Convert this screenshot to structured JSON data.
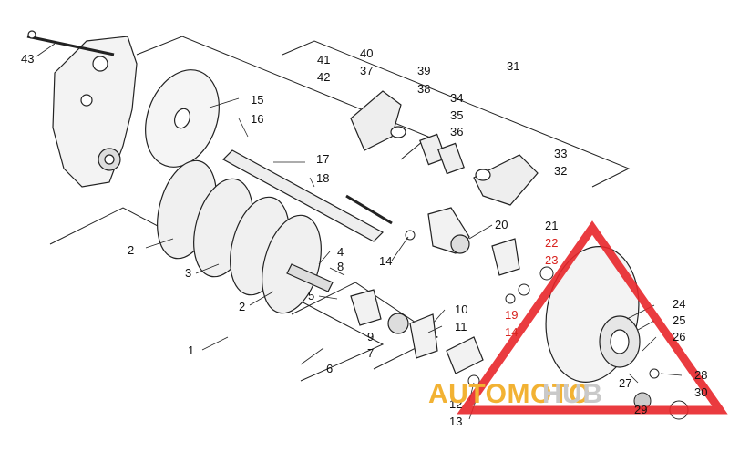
{
  "diagram": {
    "callouts": [
      {
        "id": "43",
        "text": "43"
      },
      {
        "id": "15",
        "text": "15"
      },
      {
        "id": "16",
        "text": "16"
      },
      {
        "id": "41",
        "text": "41"
      },
      {
        "id": "42",
        "text": "42"
      },
      {
        "id": "40",
        "text": "40"
      },
      {
        "id": "37",
        "text": "37"
      },
      {
        "id": "39",
        "text": "39"
      },
      {
        "id": "38",
        "text": "38"
      },
      {
        "id": "31",
        "text": "31"
      },
      {
        "id": "34",
        "text": "34"
      },
      {
        "id": "35",
        "text": "35"
      },
      {
        "id": "36",
        "text": "36"
      },
      {
        "id": "33",
        "text": "33"
      },
      {
        "id": "32",
        "text": "32"
      },
      {
        "id": "17",
        "text": "17"
      },
      {
        "id": "18",
        "text": "18"
      },
      {
        "id": "2a",
        "text": "2"
      },
      {
        "id": "3",
        "text": "3"
      },
      {
        "id": "4",
        "text": "4"
      },
      {
        "id": "8",
        "text": "8"
      },
      {
        "id": "5",
        "text": "5"
      },
      {
        "id": "2b",
        "text": "2"
      },
      {
        "id": "20",
        "text": "20"
      },
      {
        "id": "21",
        "text": "21"
      },
      {
        "id": "22",
        "text": "22"
      },
      {
        "id": "23",
        "text": "23"
      },
      {
        "id": "14a",
        "text": "14"
      },
      {
        "id": "19",
        "text": "19"
      },
      {
        "id": "14b",
        "text": "14"
      },
      {
        "id": "10",
        "text": "10"
      },
      {
        "id": "11",
        "text": "11"
      },
      {
        "id": "9",
        "text": "9"
      },
      {
        "id": "7",
        "text": "7"
      },
      {
        "id": "6",
        "text": "6"
      },
      {
        "id": "1",
        "text": "1"
      },
      {
        "id": "24",
        "text": "24"
      },
      {
        "id": "25",
        "text": "25"
      },
      {
        "id": "26",
        "text": "26"
      },
      {
        "id": "27",
        "text": "27"
      },
      {
        "id": "28",
        "text": "28"
      },
      {
        "id": "30",
        "text": "30"
      },
      {
        "id": "29",
        "text": "29"
      },
      {
        "id": "12",
        "text": "12"
      },
      {
        "id": "13",
        "text": "13"
      }
    ]
  },
  "watermark": {
    "left_text": "AUTOMOTO",
    "right_text": "HUB",
    "colors": {
      "triangle": "#e8262a",
      "left": "#f2b233",
      "right": "#c9c9c9"
    }
  }
}
